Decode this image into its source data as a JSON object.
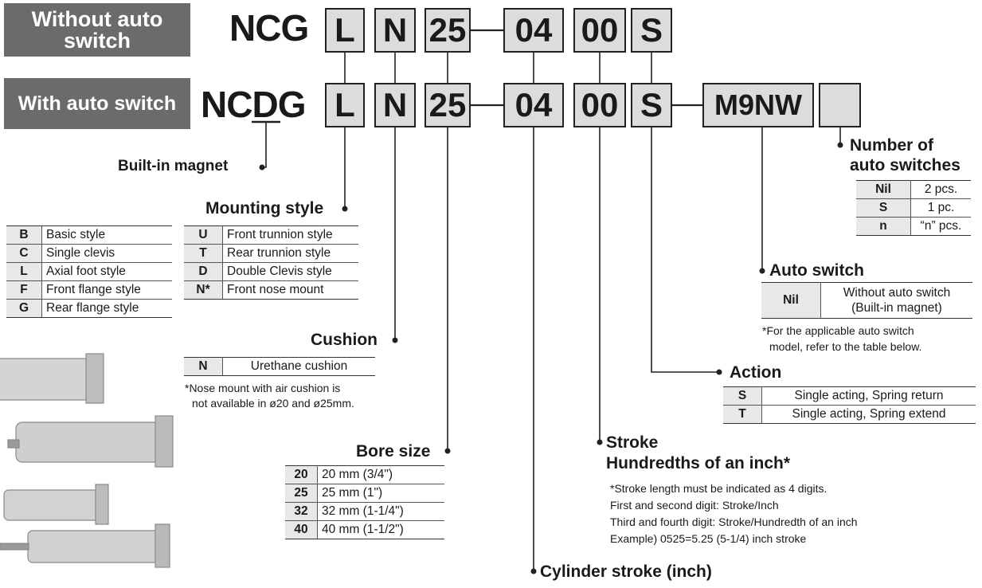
{
  "labels": {
    "without": "Without auto switch",
    "with": "With auto switch"
  },
  "model_top": {
    "prefix": "NCG",
    "codes": [
      "L",
      "N",
      "25",
      "04",
      "00",
      "S"
    ]
  },
  "model_bottom": {
    "prefix_a": "NC",
    "prefix_b": "D",
    "prefix_c": "G",
    "codes": [
      "L",
      "N",
      "25",
      "04",
      "00",
      "S",
      "M9NW",
      ""
    ]
  },
  "sections": {
    "built_in_magnet": "Built-in magnet",
    "mounting_style": "Mounting style",
    "cushion": "Cushion",
    "bore_size": "Bore size",
    "stroke": "Stroke",
    "stroke_sub": "Hundredths of an inch*",
    "cylinder_stroke": "Cylinder stroke (inch)",
    "action": "Action",
    "auto_switch": "Auto switch",
    "num_switches_1": "Number of",
    "num_switches_2": "auto switches"
  },
  "mounting_left": [
    [
      "B",
      "Basic style"
    ],
    [
      "C",
      "Single clevis"
    ],
    [
      "L",
      "Axial foot style"
    ],
    [
      "F",
      "Front flange style"
    ],
    [
      "G",
      "Rear flange style"
    ]
  ],
  "mounting_right": [
    [
      "U",
      "Front trunnion style"
    ],
    [
      "T",
      "Rear trunnion style"
    ],
    [
      "D",
      "Double Clevis style"
    ],
    [
      "N*",
      "Front nose mount"
    ]
  ],
  "cushion_table": [
    [
      "N",
      "Urethane cushion"
    ]
  ],
  "cushion_note": [
    "*Nose mount with air cushion is",
    "not available in ø20 and ø25mm."
  ],
  "bore_table": [
    [
      "20",
      "20 mm (3/4\")"
    ],
    [
      "25",
      "25 mm (1\")"
    ],
    [
      "32",
      "32 mm (1-1/4\")"
    ],
    [
      "40",
      "40 mm (1-1/2\")"
    ]
  ],
  "stroke_note": [
    "*Stroke length must be indicated as 4 digits.",
    "First and second digit: Stroke/Inch",
    "Third and fourth digit: Stroke/Hundredth of an inch",
    "Example) 0525=5.25 (5-1/4) inch stroke"
  ],
  "action_table": [
    [
      "S",
      "Single acting, Spring return"
    ],
    [
      "T",
      "Single acting, Spring extend"
    ]
  ],
  "auto_switch_table": [
    [
      "Nil",
      "Without auto switch\n(Built-in magnet)"
    ]
  ],
  "auto_switch_note": [
    "*For the applicable auto switch",
    "model, refer to the table below."
  ],
  "num_table": [
    [
      "Nil",
      "2 pcs."
    ],
    [
      "S",
      "1 pc."
    ],
    [
      "n",
      "“n” pcs."
    ]
  ],
  "colors": {
    "tag_bg": "#6b6b6b",
    "box_bg": "#dcdcdc",
    "code_cell": "#e8e8e8"
  }
}
